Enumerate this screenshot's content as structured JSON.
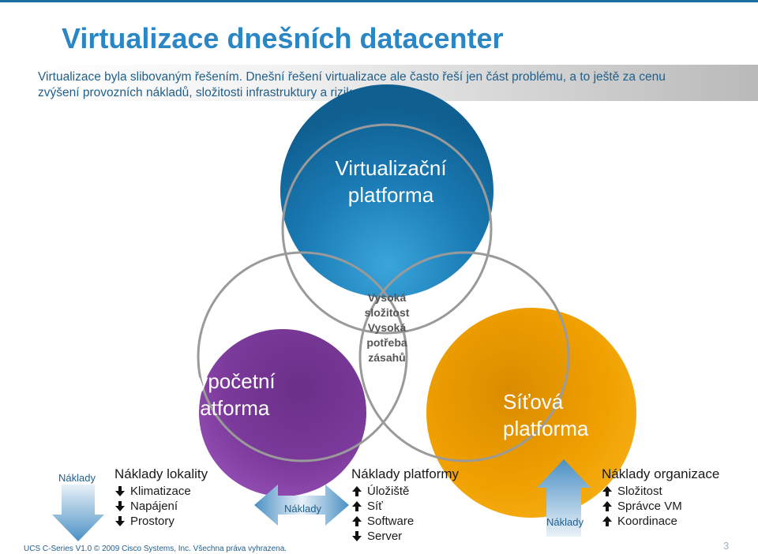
{
  "slide": {
    "title": "Virtualizace dnešních datacenter",
    "intro_line1": "Virtualizace byla slibovaným řešením. Dnešní řešení virtualizace ale často řeší jen část problému, a to ještě za cenu",
    "intro_line2": "zvýšení provozních nákladů, složitosti infrastruktury a rizik."
  },
  "diagram": {
    "virtualization": {
      "line1": "Virtualizační",
      "line2": "platforma",
      "color": "#1a7ab3"
    },
    "compute": {
      "line1": "Výpočetní",
      "line2": "platforma",
      "color": "#7b3a9a"
    },
    "network": {
      "line1": "Síťová",
      "line2": "platforma",
      "color": "#f0a000"
    },
    "center": {
      "line1": "Vysoká",
      "line2": "složitost",
      "line3": "Vysoká",
      "line4": "potřeba",
      "line5": "zásahů"
    }
  },
  "costs": {
    "left_arrow_label": "Náklady",
    "middle_arrow_label": "Náklady",
    "right_arrow_label": "Náklady",
    "location": {
      "heading": "Náklady lokality",
      "items": [
        {
          "label": "Klimatizace",
          "direction": "down"
        },
        {
          "label": "Napájení",
          "direction": "down"
        },
        {
          "label": "Prostory",
          "direction": "down"
        }
      ]
    },
    "platform": {
      "heading": "Náklady platformy",
      "items": [
        {
          "label": "Úložiště",
          "direction": "up"
        },
        {
          "label": "Síť",
          "direction": "up"
        },
        {
          "label": "Software",
          "direction": "up"
        },
        {
          "label": "Server",
          "direction": "down"
        }
      ]
    },
    "organization": {
      "heading": "Náklady organizace",
      "items": [
        {
          "label": "Složitost",
          "direction": "up"
        },
        {
          "label": "Správce VM",
          "direction": "up"
        },
        {
          "label": "Koordinace",
          "direction": "up"
        }
      ]
    }
  },
  "footer": {
    "text": "UCS C-Series V1.0 © 2009 Cisco Systems, Inc. Všechna práva vyhrazena.",
    "page_number": "3"
  }
}
